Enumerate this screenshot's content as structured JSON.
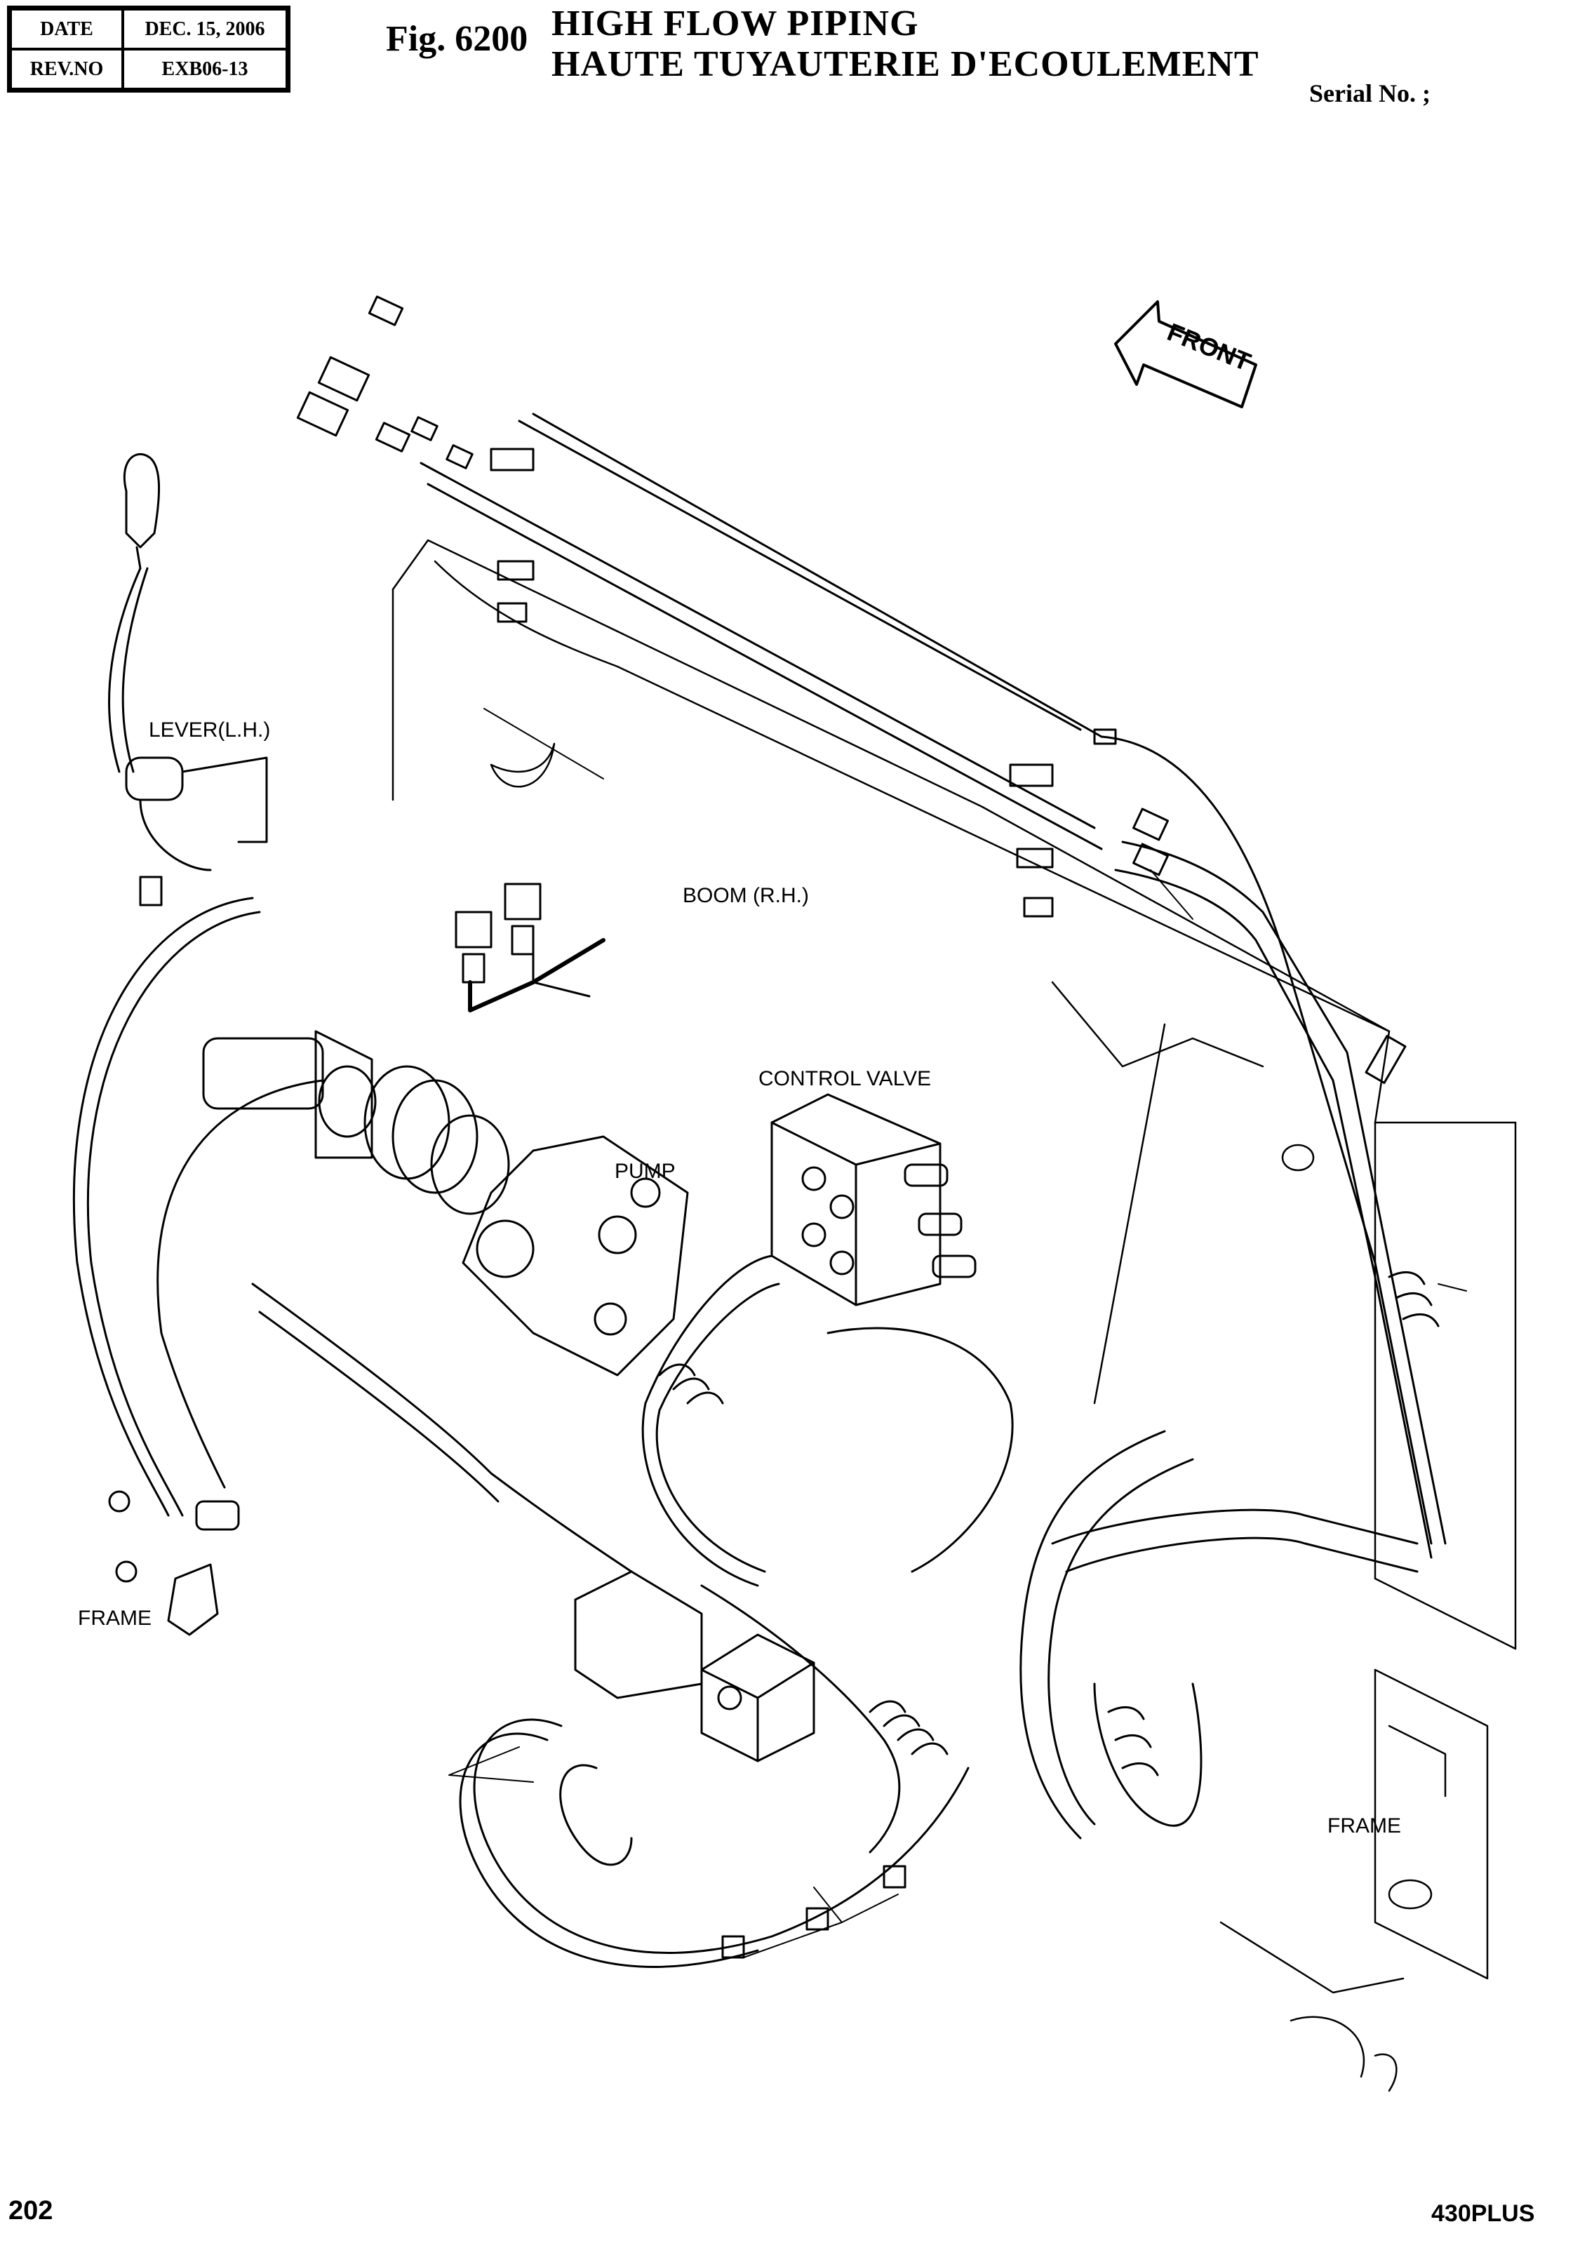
{
  "header": {
    "date_label": "DATE",
    "date_value": "DEC. 15, 2006",
    "rev_label": "REV.NO",
    "rev_value": "EXB06-13",
    "fig_number": "Fig. 6200",
    "title_en": "HIGH FLOW PIPING",
    "title_fr": "HAUTE TUYAUTERIE D'ECOULEMENT",
    "serial": "Serial No. ;"
  },
  "labels": {
    "front": "FRONT",
    "lever": "LEVER(L.H.)",
    "boom": "BOOM (R.H.)",
    "control_valve": "CONTROL VALVE",
    "pump": "PUMP",
    "frame_left": "FRAME",
    "frame_right": "FRAME"
  },
  "footer": {
    "page": "202",
    "model": "430PLUS"
  }
}
